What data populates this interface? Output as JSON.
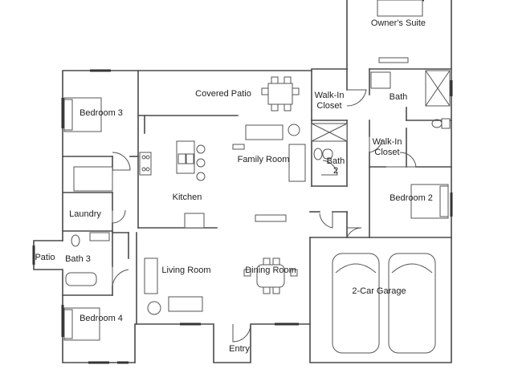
{
  "rooms": {
    "owners_suite": "Owner's Suite",
    "covered_patio": "Covered Patio",
    "walk_in_closet_1": [
      "Walk-In",
      "Closet"
    ],
    "bath": "Bath",
    "bedroom_3": "Bedroom 3",
    "walk_in_closet_2": [
      "Walk-In",
      "Closet"
    ],
    "family_room": "Family Room",
    "bath_2": [
      "Bath",
      "2"
    ],
    "kitchen": "Kitchen",
    "bedroom_2": "Bedroom 2",
    "laundry": "Laundry",
    "patio": "Patio",
    "bath_3": "Bath 3",
    "living_room": "Living Room",
    "dining_room": "Dining Room",
    "garage": "2-Car Garage",
    "bedroom_4": "Bedroom 4",
    "entry": "Entry"
  }
}
